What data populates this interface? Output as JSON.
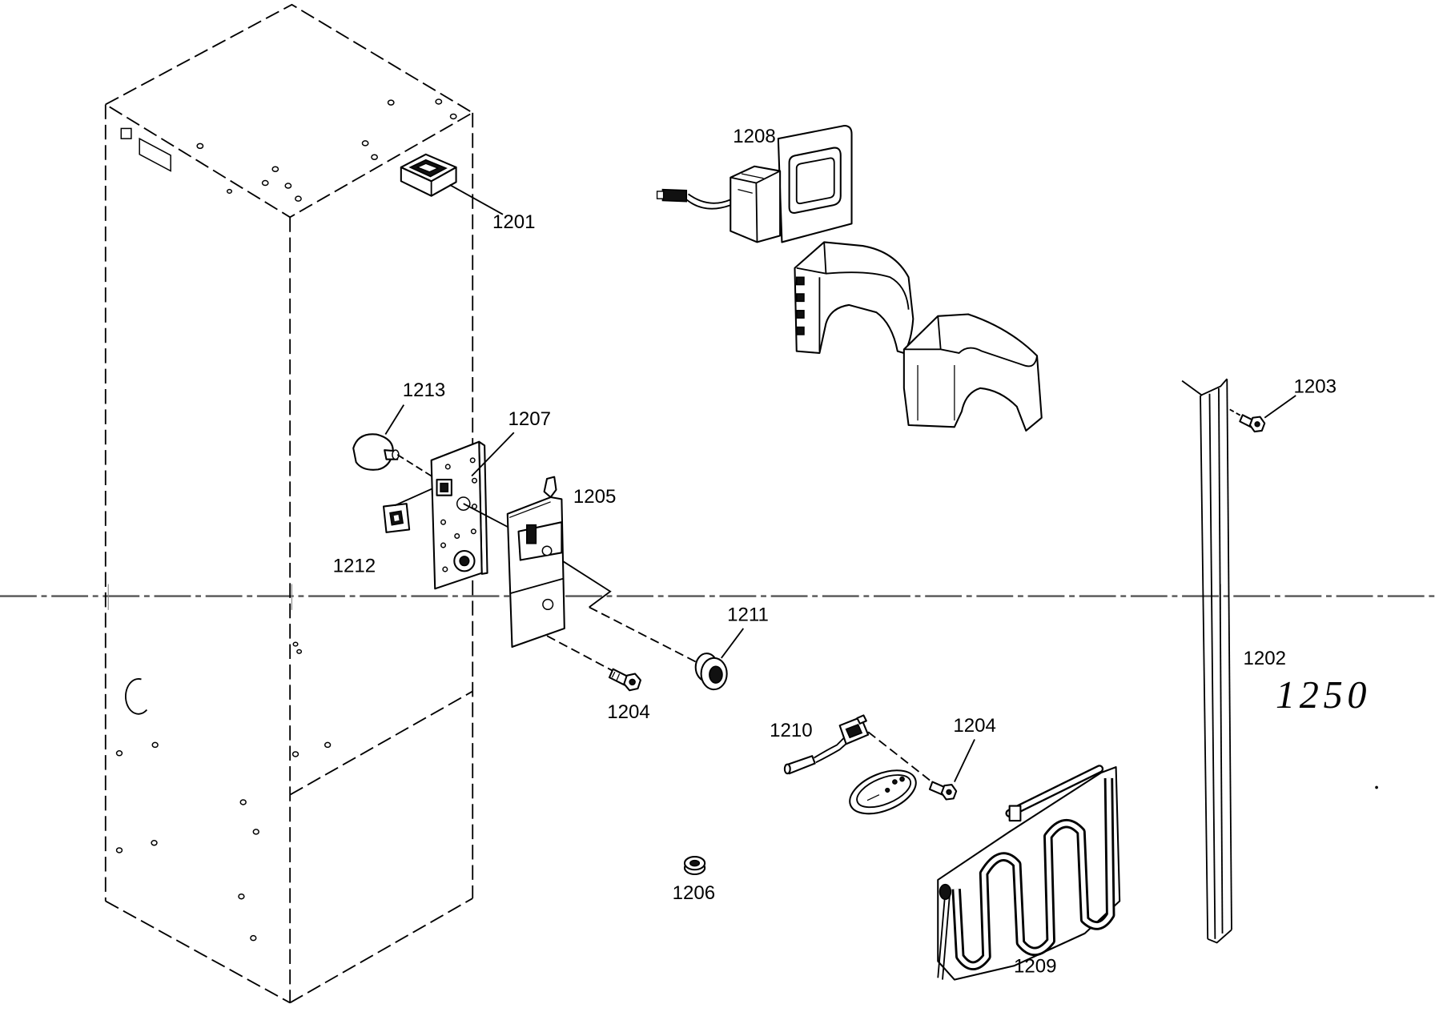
{
  "callouts": {
    "c1201": "1201",
    "c1202": "1202",
    "c1203": "1203",
    "c1204_left": "1204",
    "c1204_right": "1204",
    "c1205": "1205",
    "c1206": "1206",
    "c1207": "1207",
    "c1208": "1208",
    "c1209": "1209",
    "c1210": "1210",
    "c1211": "1211",
    "c1212": "1212",
    "c1213": "1213"
  },
  "handwritten_note": "1250",
  "colors": {
    "ink": "#000000",
    "paper": "#ffffff"
  }
}
